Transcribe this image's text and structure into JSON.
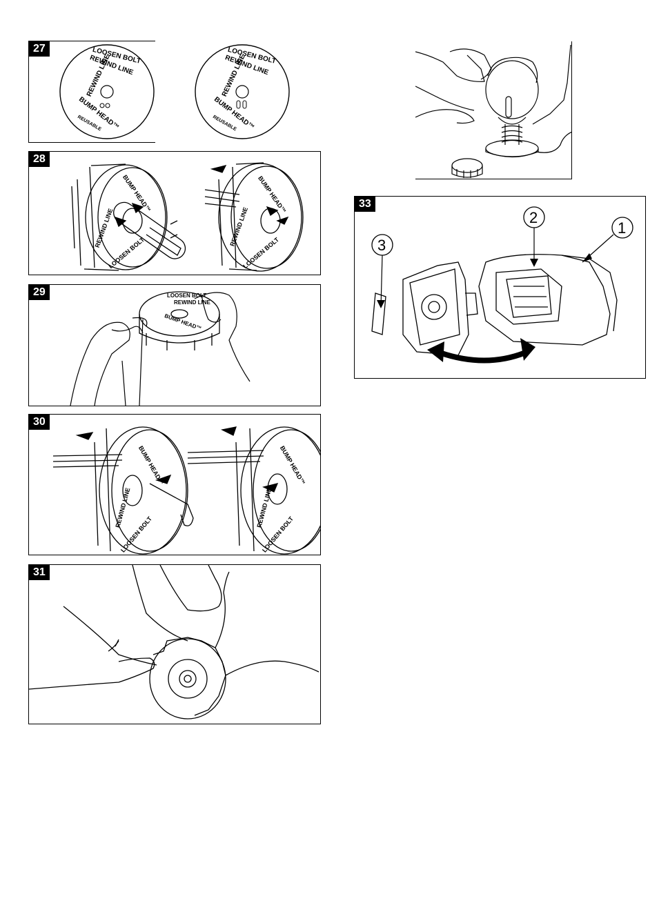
{
  "figures": [
    {
      "id": "27",
      "number": "27"
    },
    {
      "id": "28",
      "number": "28"
    },
    {
      "id": "29",
      "number": "29"
    },
    {
      "id": "30",
      "number": "30"
    },
    {
      "id": "31",
      "number": "31"
    },
    {
      "id": "32",
      "number": ""
    },
    {
      "id": "33",
      "number": "33"
    }
  ],
  "spool_label": {
    "loosen_bolt": "LOOSEN BOLT",
    "rewind_line": "REWIND LINE",
    "bump_head": "BUMP HEAD™",
    "reusable": "REUSABLE",
    "partial_line": "LINE"
  },
  "callouts": {
    "c1": "1",
    "c2": "2",
    "c3": "3"
  }
}
